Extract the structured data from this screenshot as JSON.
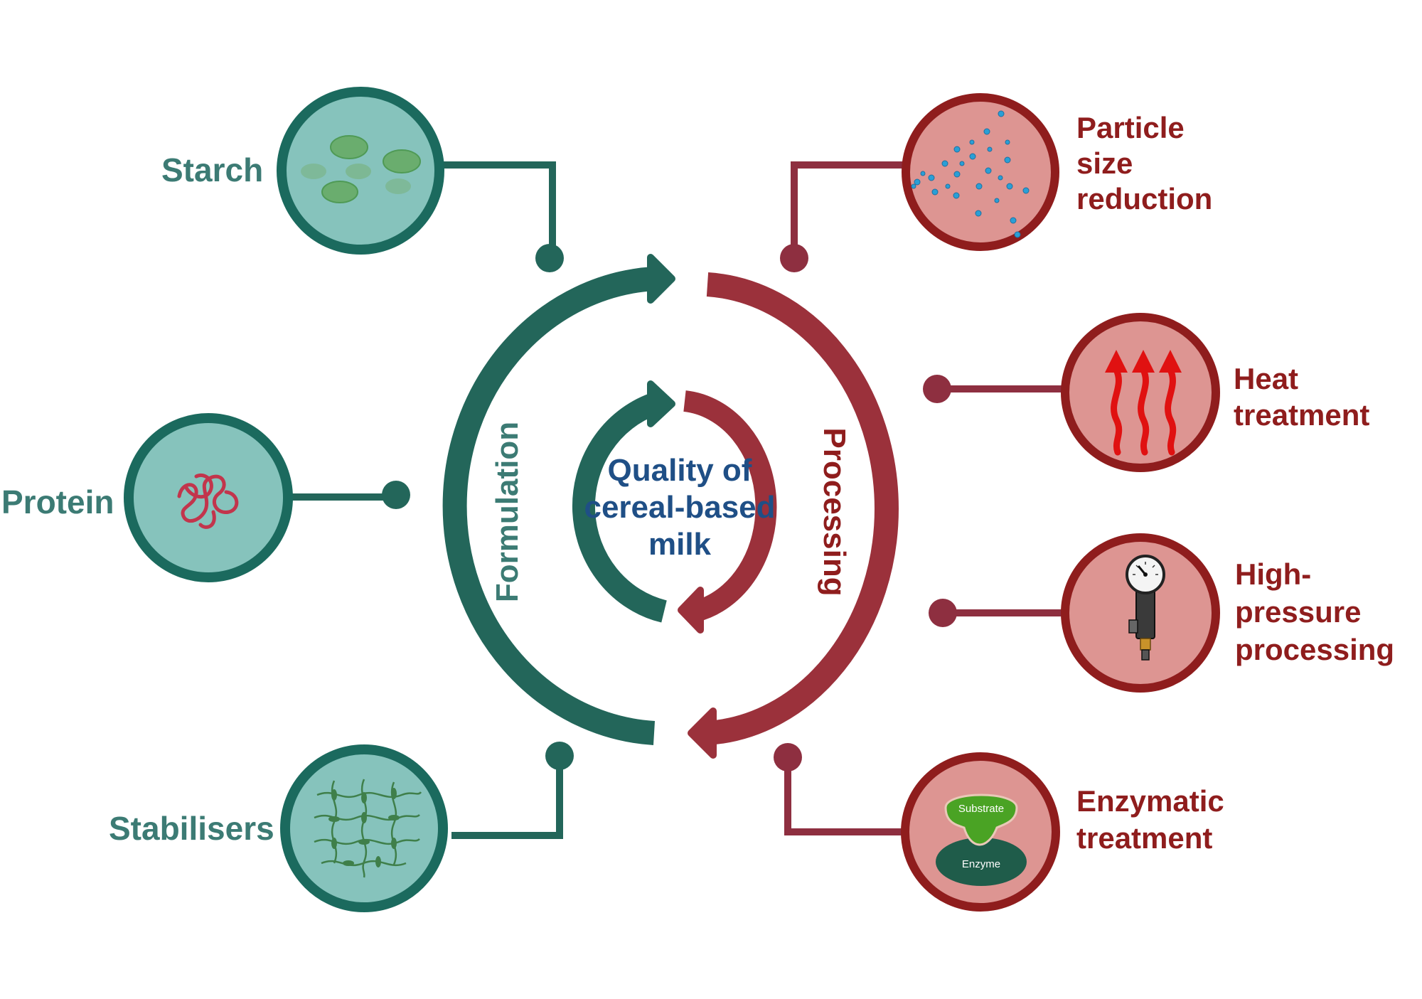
{
  "colors": {
    "formulation": "#23665a",
    "formulation_ring": "#1b6a5e",
    "formulation_fill": "#86c3bc",
    "formulation_label": "#3c7b74",
    "processing": "#9b313b",
    "processing_ring": "#8f1d1d",
    "processing_fill": "#dd9592",
    "processing_label": "#8f1d1d",
    "center_label": "#1f4f86"
  },
  "center": {
    "line1": "Quality of",
    "line2": "cereal-based",
    "line3": "milk"
  },
  "cycle": {
    "formulation_label": "Formulation",
    "processing_label": "Processing"
  },
  "formulation": {
    "starch": {
      "label": "Starch",
      "icon": "starch-granules-icon"
    },
    "protein": {
      "label": "Protein",
      "icon": "protein-coil-icon"
    },
    "stabilisers": {
      "label": "Stabilisers",
      "icon": "polymer-network-icon"
    }
  },
  "processing": {
    "particle": {
      "line1": "Particle",
      "line2": "size",
      "line3": "reduction",
      "icon": "particles-icon"
    },
    "heat": {
      "line1": "Heat",
      "line2": "treatment",
      "icon": "heat-arrows-icon"
    },
    "hpp": {
      "line1": "High-",
      "line2": "pressure",
      "line3": "processing",
      "icon": "pressure-gauge-icon"
    },
    "enzymatic": {
      "line1": "Enzymatic",
      "line2": "treatment",
      "icon": "enzyme-substrate-icon"
    },
    "enzyme_substrate_label": "Substrate",
    "enzyme_enzyme_label": "Enzyme"
  }
}
